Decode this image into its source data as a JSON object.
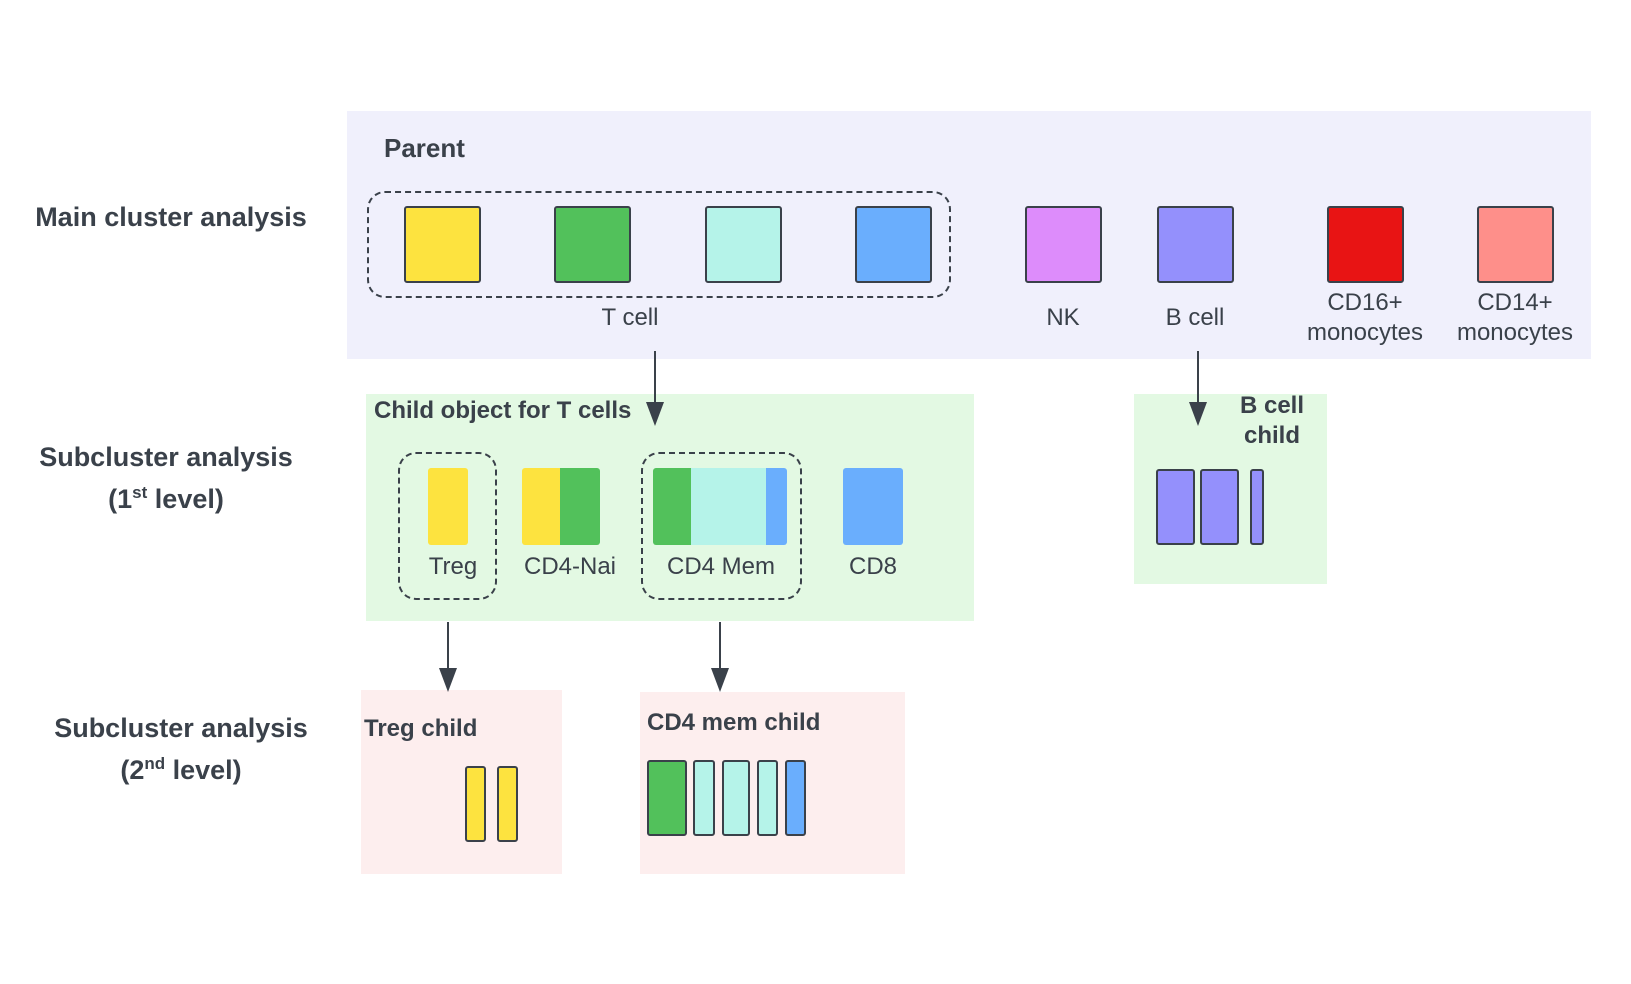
{
  "rows": {
    "main": "Main cluster analysis",
    "sub1_line1": "Subcluster analysis",
    "sub1_prefix": "(1",
    "sub1_sup": "st",
    "sub1_suffix": " level)",
    "sub2_line1": "Subcluster analysis",
    "sub2_prefix": "(2",
    "sub2_sup": "nd",
    "sub2_suffix": " level)"
  },
  "parent": {
    "title": "Parent",
    "t_cell_label": "T cell",
    "nk_label": "NK",
    "b_cell_label": "B cell",
    "cd16_line1": "CD16+",
    "cd16_line2": "monocytes",
    "cd14_line1": "CD14+",
    "cd14_line2": "monocytes"
  },
  "t_child": {
    "title": "Child object for T cells",
    "treg": "Treg",
    "cd4_nai": "CD4-Nai",
    "cd4_mem": "CD4 Mem",
    "cd8": "CD8"
  },
  "b_child": {
    "title_line1": "B cell",
    "title_line2": "child"
  },
  "treg_child": {
    "title": "Treg child"
  },
  "cd4mem_child": {
    "title": "CD4 mem child"
  },
  "colors": {
    "yellow": "#fde33f",
    "green": "#52c15b",
    "cyan": "#b5f3e9",
    "blue": "#6aaefd",
    "violet": "#dd8cfb",
    "periwinkle": "#9490fc",
    "red": "#e81414",
    "salmon": "#fe8f8a",
    "parent_bg": "#f0f0fc",
    "child_bg": "#e3f9e3",
    "grandchild_bg": "#fdeeee"
  }
}
